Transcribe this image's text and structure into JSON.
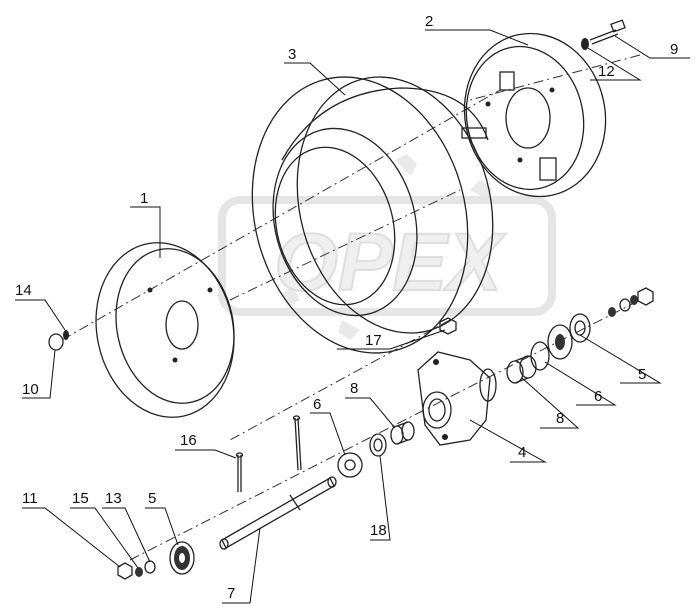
{
  "watermark": "OPEX",
  "callouts": [
    {
      "id": "c1",
      "text": "1"
    },
    {
      "id": "c2",
      "text": "2"
    },
    {
      "id": "c3",
      "text": "3"
    },
    {
      "id": "c4",
      "text": "4"
    },
    {
      "id": "c5a",
      "text": "5"
    },
    {
      "id": "c5b",
      "text": "5"
    },
    {
      "id": "c6a",
      "text": "6"
    },
    {
      "id": "c6b",
      "text": "6"
    },
    {
      "id": "c7",
      "text": "7"
    },
    {
      "id": "c8a",
      "text": "8"
    },
    {
      "id": "c8b",
      "text": "8"
    },
    {
      "id": "c9",
      "text": "9"
    },
    {
      "id": "c10",
      "text": "10"
    },
    {
      "id": "c11",
      "text": "11"
    },
    {
      "id": "c12",
      "text": "12"
    },
    {
      "id": "c13",
      "text": "13"
    },
    {
      "id": "c14",
      "text": "14"
    },
    {
      "id": "c15",
      "text": "15"
    },
    {
      "id": "c16",
      "text": "16"
    },
    {
      "id": "c17",
      "text": "17"
    },
    {
      "id": "c18",
      "text": "18"
    }
  ]
}
